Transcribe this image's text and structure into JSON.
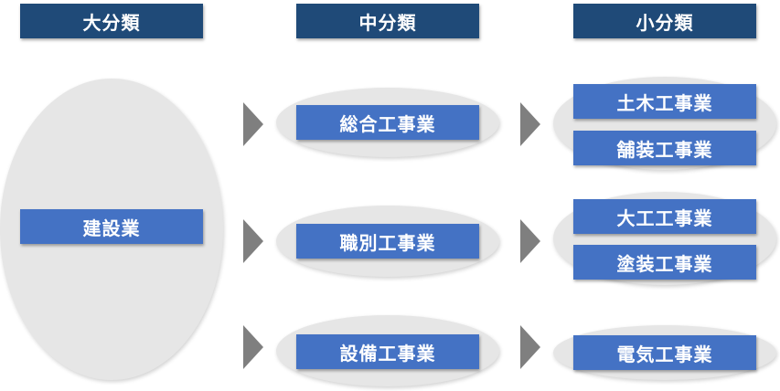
{
  "headers": {
    "major": "大分類",
    "middle": "中分類",
    "minor": "小分類"
  },
  "major": {
    "label": "建設業"
  },
  "middle": [
    {
      "label": "総合工事業"
    },
    {
      "label": "職別工事業"
    },
    {
      "label": "設備工事業"
    }
  ],
  "minor": [
    {
      "items": [
        "土木工事業",
        "舗装工事業"
      ]
    },
    {
      "items": [
        "大工工事業",
        "塗装工事業"
      ]
    },
    {
      "items": [
        "電気工事業"
      ]
    }
  ],
  "colors": {
    "header": "#1f4a78",
    "box": "#4472c4",
    "ellipse": "#e6e6e6",
    "arrow": "#7f7f7f"
  }
}
